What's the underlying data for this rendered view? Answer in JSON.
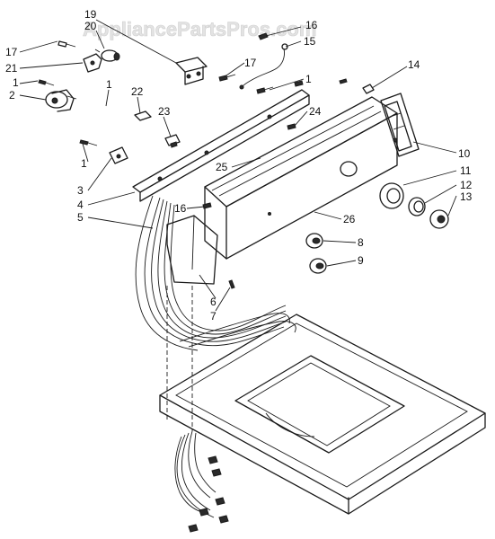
{
  "watermark": "AppliancePartsPros.com",
  "callouts": {
    "c1a": "1",
    "c1b": "1",
    "c1c": "1",
    "c1d": "1",
    "c2": "2",
    "c3": "3",
    "c4": "4",
    "c5": "5",
    "c6": "6",
    "c7": "7",
    "c8": "8",
    "c9": "9",
    "c10": "10",
    "c11": "11",
    "c12": "12",
    "c13": "13",
    "c14": "14",
    "c15": "15",
    "c16a": "16",
    "c16b": "16",
    "c17a": "17",
    "c17b": "17",
    "c19": "19",
    "c20": "20",
    "c21": "21",
    "c22": "22",
    "c23": "23",
    "c24": "24",
    "c25": "25",
    "c26": "26"
  }
}
